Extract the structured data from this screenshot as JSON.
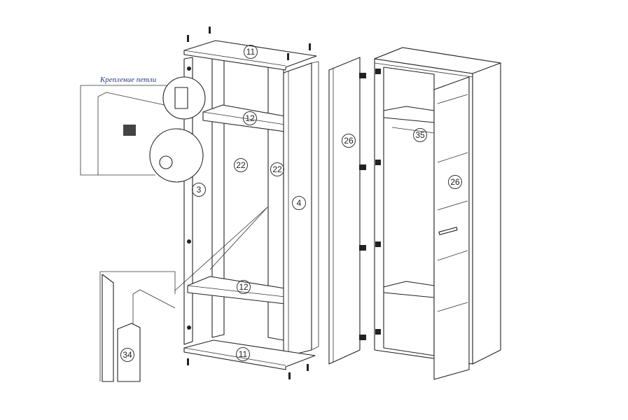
{
  "caption": "Крепление петли",
  "labels": {
    "top_panel": "11",
    "upper_shelf": "12",
    "back_panel_left": "22",
    "back_panel_right": "22",
    "left_side": "3",
    "right_side": "4",
    "lower_shelf": "12",
    "bottom_panel": "11",
    "detail_part": "34",
    "door": "26",
    "rail": "35",
    "door_assembled": "26"
  }
}
